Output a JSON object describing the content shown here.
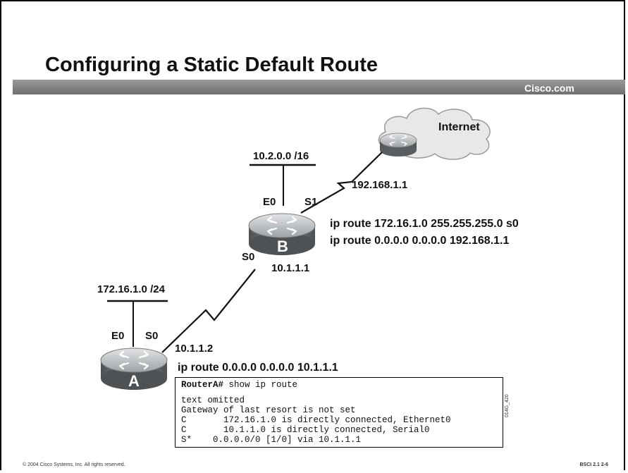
{
  "slide": {
    "title": "Configuring a Static Default Route",
    "brand": "Cisco.com",
    "footer_copyright": "© 2004 Cisco Systems, Inc. All rights reserved.",
    "footer_course": "BSCI 2.1   2-6",
    "figure_id": "014G_420"
  },
  "diagram": {
    "internet_label": "Internet",
    "router_a": {
      "name": "A",
      "network": "172.16.1.0 /24",
      "e0": "E0",
      "s0": "S0",
      "s0_ip": "10.1.1.2",
      "command": "ip route 0.0.0.0 0.0.0.0 10.1.1.1"
    },
    "router_b": {
      "name": "B",
      "network": "10.2.0.0 /16",
      "e0": "E0",
      "s1": "S1",
      "s0": "S0",
      "s0_ip": "10.1.1.1",
      "s1_ip": "192.168.1.1",
      "command_1": "ip route 172.16.1.0 255.255.255.0 s0",
      "command_2": "ip route 0.0.0.0 0.0.0.0 192.168.1.1"
    }
  },
  "terminal": {
    "prompt": "RouterA#",
    "command": " show ip route",
    "lines": [
      "text omitted",
      "Gateway of last resort is not set",
      "C       172.16.1.0 is directly connected, Ethernet0",
      "C       10.1.1.0 is directly connected, Serial0",
      "S*    0.0.0.0/0 [1/0] via 10.1.1.1"
    ]
  },
  "colors": {
    "router_top": "#c8cacc",
    "router_side": "#6e7275",
    "cloud": "#e6e6e6",
    "title_bar": "#808080"
  }
}
